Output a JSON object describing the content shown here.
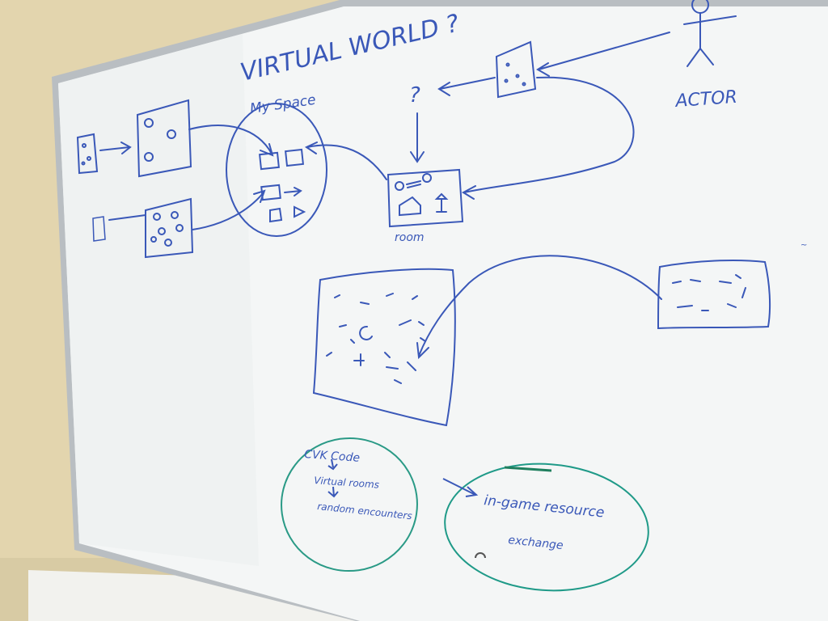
{
  "board": {
    "title": "VIRTUAL WORLD ?",
    "my_space_label": "My Space",
    "actor_label": "ACTOR",
    "question_mark": "?",
    "room_label": "room",
    "cvk_circle": {
      "lines": [
        "CVK Code",
        "Virtual rooms",
        "random encounters"
      ]
    },
    "exchange_circle": {
      "lines": [
        "in-game resource",
        "exchange"
      ]
    }
  },
  "colors": {
    "marker_blue": "#3a58b8",
    "marker_teal": "#1c7f88",
    "whiteboard": "#f4f6f6",
    "wall": "#e6d9b4"
  }
}
